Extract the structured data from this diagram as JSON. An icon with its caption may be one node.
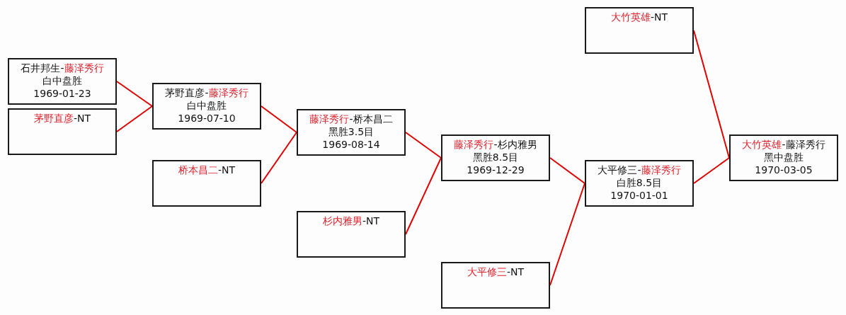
{
  "diagram": {
    "nodes": [
      {
        "text": [
          "石井邦生-",
          "藤泽秀行",
          "白中盘胜",
          "1969-01-23"
        ]
      },
      {
        "text": [
          "茅野直彦",
          "-NT"
        ]
      },
      {
        "text": [
          "茅野直彦-",
          "藤泽秀行",
          "白中盘胜",
          "1969-07-10"
        ]
      },
      {
        "text": [
          "桥本昌二",
          "-NT"
        ]
      },
      {
        "text": [
          "藤泽秀行",
          "-桥本昌二",
          "黑胜3.5目",
          "1969-08-14"
        ]
      },
      {
        "text": [
          "杉内雅男",
          "-NT"
        ]
      },
      {
        "text": [
          "藤泽秀行",
          "-杉内雅男",
          "黑胜8.5目",
          "1969-12-29"
        ]
      },
      {
        "text": [
          "大平修三",
          "-NT"
        ]
      },
      {
        "text": [
          "大竹英雄",
          "-NT"
        ]
      },
      {
        "text": [
          "大平修三-",
          "藤泽秀行",
          "白胜8.5目",
          "1970-01-01"
        ]
      },
      {
        "text": [
          "大竹英雄",
          "-藤泽秀行",
          "黑中盘胜",
          "1970-03-05"
        ]
      }
    ],
    "edges": [
      {
        "from": 0,
        "to": 2,
        "arrow": "none"
      },
      {
        "from": 1,
        "to": 2,
        "arrow": "none"
      },
      {
        "from": 2,
        "to": 4,
        "arrow": "none"
      },
      {
        "from": 3,
        "to": 4,
        "arrow": "none"
      },
      {
        "from": 4,
        "to": 6,
        "arrow": "none"
      },
      {
        "from": 5,
        "to": 6,
        "arrow": "none"
      },
      {
        "from": 6,
        "to": 9,
        "arrow": "none"
      },
      {
        "from": 7,
        "to": 9,
        "arrow": "none"
      },
      {
        "from": 8,
        "to": 10,
        "arrow": "none"
      },
      {
        "from": 9,
        "to": 10,
        "arrow": "none"
      }
    ]
  }
}
